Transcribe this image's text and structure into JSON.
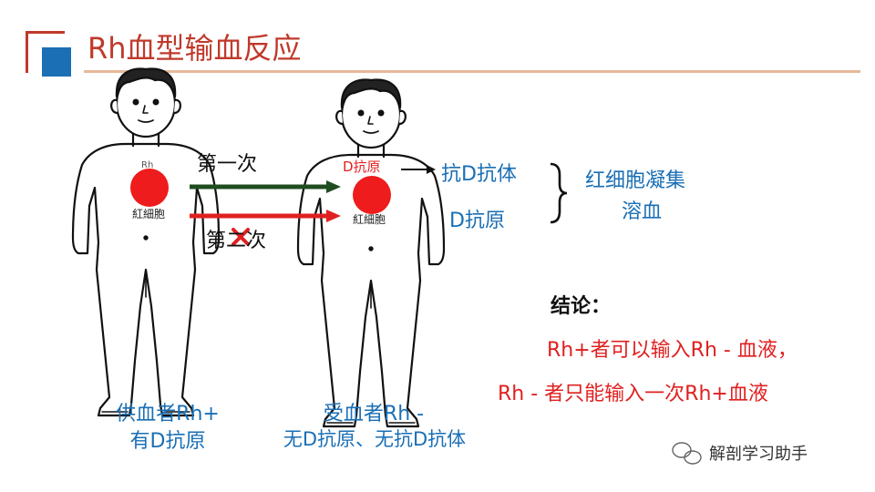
{
  "title": "Rh血型输血反应",
  "donor": {
    "rh_label": "Rh",
    "cell_label": "紅細胞",
    "caption_line1": "供血者Rh+",
    "caption_line2": "有D抗原"
  },
  "recipient": {
    "antigen_label": "D抗原",
    "cell_label": "紅細胞",
    "caption_line1": "受血者Rh -",
    "caption_line2": "无D抗原、无抗D抗体"
  },
  "arrows": {
    "first_label": "第一次",
    "second_label": "第二次"
  },
  "outcomes": {
    "antibody": "抗D抗体",
    "antigen": "D抗原",
    "result_line1": "红细胞凝集",
    "result_line2": "溶血"
  },
  "conclusion": {
    "heading": "结论：",
    "line1": "Rh+者可以输入Rh - 血液，",
    "line2": "Rh - 者只能输入一次Rh+血液"
  },
  "watermark": {
    "text": "解剖学习助手",
    "icon": "wechat-icon"
  },
  "colors": {
    "title_red": "#c0392b",
    "accent_blue": "#1a6fb5",
    "first_arrow": "#1f4d1f",
    "second_arrow": "#e02020",
    "cell_red": "#ee1c1c"
  }
}
